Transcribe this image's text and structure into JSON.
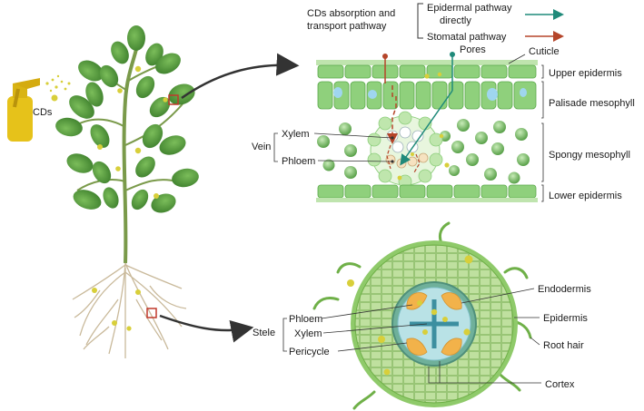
{
  "spray": {
    "label": "CDs"
  },
  "legend": {
    "title_line1": "CDs absorption and",
    "title_line2": "transport pathway",
    "epidermal_line1": "Epidermal pathway",
    "epidermal_line2": "directly",
    "stomatal": "Stomatal pathway",
    "epidermal_color": "#1f8a7a",
    "stomatal_color": "#b5452a"
  },
  "leaf": {
    "pores": "Pores",
    "cuticle": "Cuticle",
    "upper_epidermis": "Upper epidermis",
    "palisade": "Palisade mesophyll",
    "spongy": "Spongy mesophyll",
    "lower_epidermis": "Lower epidermis",
    "vein": "Vein",
    "xylem": "Xylem",
    "phloem": "Phloem"
  },
  "root": {
    "stele": "Stele",
    "phloem": "Phloem",
    "xylem": "Xylem",
    "pericycle": "Pericycle",
    "endodermis": "Endodermis",
    "epidermis": "Epidermis",
    "root_hair": "Root hair",
    "cortex": "Cortex"
  },
  "colors": {
    "cell_green": "#8fcf7e",
    "cell_dark": "#5aa84a",
    "leaf_green": "#4f9a3a",
    "cd_yellow": "#d8cf3a",
    "spray_yellow": "#e6c21a",
    "highlight_red": "#c0392b"
  }
}
